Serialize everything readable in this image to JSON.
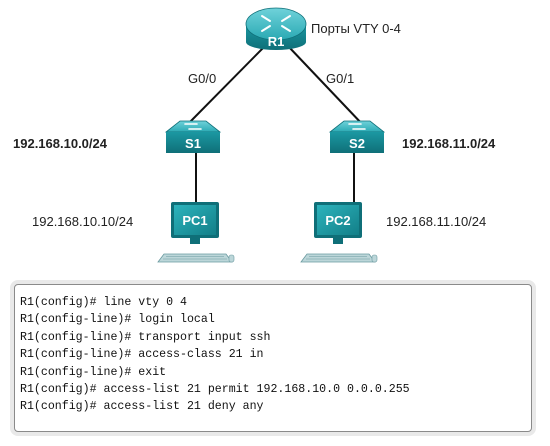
{
  "router": {
    "name": "R1",
    "vty_note": "Порты VTY 0-4",
    "color": "#1a9fa8"
  },
  "links": {
    "left_interface": "G0/0",
    "right_interface": "G0/1"
  },
  "switches": [
    {
      "name": "S1",
      "network": "192.168.10.0/24"
    },
    {
      "name": "S2",
      "network": "192.168.11.0/24"
    }
  ],
  "hosts": [
    {
      "name": "PC1",
      "ip": "192.168.10.10/24"
    },
    {
      "name": "PC2",
      "ip": "192.168.11.10/24"
    }
  ],
  "icons": [
    "router-icon",
    "switch-icon",
    "pc-icon"
  ],
  "cli": {
    "lines": [
      "R1(config)# line vty 0 4",
      "R1(config-line)# login local",
      "R1(config-line)# transport input ssh",
      "R1(config-line)# access-class 21 in",
      "R1(config-line)# exit",
      "R1(config)# access-list 21 permit 192.168.10.0 0.0.0.255",
      "R1(config)# access-list 21 deny any"
    ]
  }
}
